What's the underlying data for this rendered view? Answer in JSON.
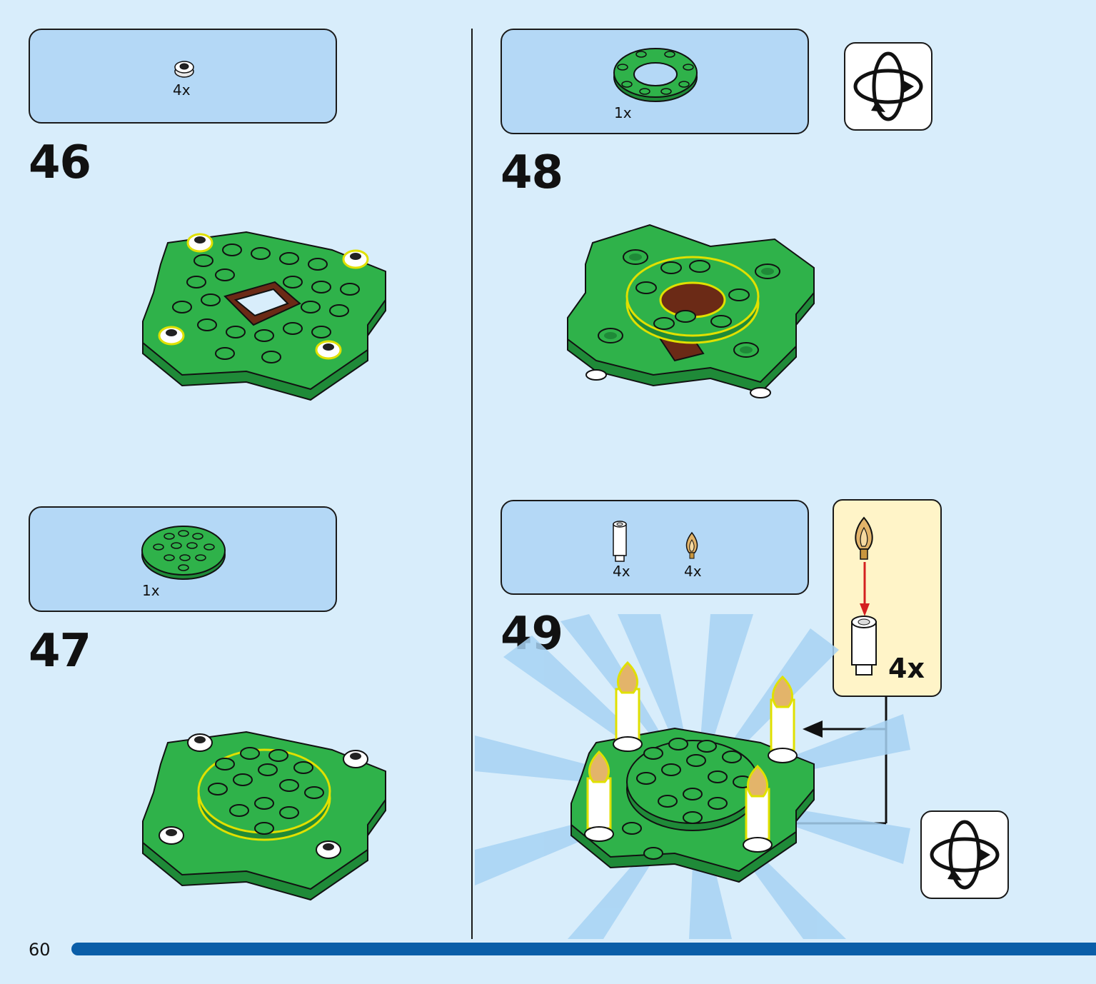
{
  "page": {
    "number": "60"
  },
  "steps": [
    {
      "number": "46",
      "parts": [
        {
          "qty": "4x",
          "icon": "white-round-brick-icon"
        }
      ]
    },
    {
      "number": "47",
      "parts": [
        {
          "qty": "1x",
          "icon": "green-round-plate-icon"
        }
      ]
    },
    {
      "number": "48",
      "parts": [
        {
          "qty": "1x",
          "icon": "green-ring-plate-icon"
        }
      ],
      "rotate": "rotate-model-icon"
    },
    {
      "number": "49",
      "parts": [
        {
          "qty": "4x",
          "icon": "white-candle-brick-icon"
        },
        {
          "qty": "4x",
          "icon": "flame-icon"
        }
      ],
      "rotate": "rotate-model-icon"
    }
  ],
  "callout": {
    "qty": "4x"
  },
  "colors": {
    "background": "#d8edfb",
    "parts_box": "#b4d8f6",
    "brick_green": "#2fb24a",
    "callout": "#fff4c8",
    "progress": "#0a5ea8"
  }
}
